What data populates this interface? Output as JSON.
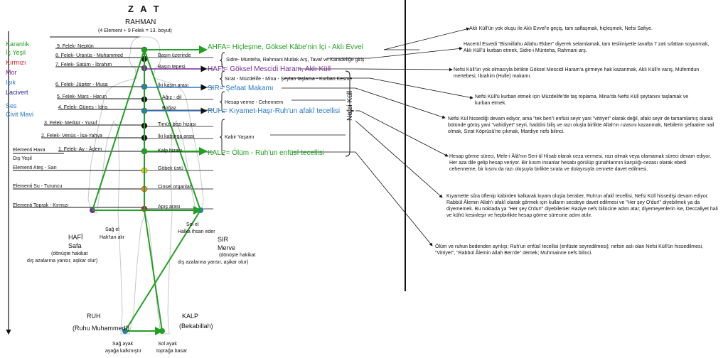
{
  "title": "Z A T",
  "subtitle": "RAHMAN",
  "subtitle2": "(4 Element + 9 Felek = 13. boyut)",
  "colors": {
    "green": "#22a022",
    "purple": "#7a2a9a",
    "blue": "#2a79c6",
    "red": "#d0202a",
    "yellow": "#f2d41d",
    "orange": "#f0891d",
    "black": "#111111"
  },
  "color_labels": [
    {
      "text": "Karanlık",
      "color": "#22a022"
    },
    {
      "text": "İç Yeşil",
      "color": "#22a022"
    },
    {
      "text": "Kırmızı",
      "color": "#d0202a"
    },
    {
      "text": "Mor",
      "color": "#7a2a9a"
    },
    {
      "text": "Işık",
      "color": "#2a79c6"
    },
    {
      "text": "Lacivert",
      "color": "#2a2a9a"
    },
    {
      "text": "Ses",
      "color": "#2a79c6"
    },
    {
      "text": "Çivit Mavi",
      "color": "#2a79c6"
    }
  ],
  "felekler": [
    "9. Felek- Neptün",
    "8. Felek- Uranüs - Muhammed",
    "7. Felek- Satürn - İbrahim",
    "6. Felek- Jüpiter - Musa",
    "5. Felek- Mars - Harun",
    "4. Felek- Güneş - İdris",
    "3. Felek- Merkür - Yusuf",
    "2. Felek- Venüs - İsa-Yahya",
    "1. Felek- Ay - Âdem"
  ],
  "elementler": [
    "Elementi Hava",
    "Dış Yeşil",
    "Elementi Ateş - Sarı",
    "Elementi Su - Turuncu",
    "Elementi Toprak - Kırmızı"
  ],
  "body_points": [
    "Başın üzerinde",
    "Başın tepesi",
    "İki kaşın arası",
    "Ağız - dil",
    "Boğaz",
    "Timüs bezi hizası",
    "İki kaburga arası",
    "Kalp hizası",
    "Göbek üstü",
    "Cinsel organlar",
    "Apış arası"
  ],
  "mid_labels": [
    "Sidre- Münteha, Rahmani Mutlak Arş, Tavaf ve Karadeliğe giriş",
    "Sırat - Müzdelife - Mina - Şeytan taşlama - Kurban Kesme",
    "Hesap verme - Cehennem",
    "Kabir Yaşamı"
  ],
  "stations": [
    {
      "key": "AHFA",
      "text": "Hiçleşme, Göksel Kâbe'nin İçi - Aklı Evvel",
      "color": "#22a022"
    },
    {
      "key": "HAFİ",
      "text": "Göksel Mescidi Haram, Aklı Küll",
      "color": "#7a2a9a"
    },
    {
      "key": "SIR",
      "text": "Şefaat Makamı",
      "color": "#2a79c6"
    },
    {
      "key": "RUH",
      "text": "Kıyamet-Haşr-Ruh'un afakî tecellisi",
      "color": "#2a79c6"
    },
    {
      "key": "KALP",
      "text": "Ölüm - Ruh'un enfüsî tecellisi",
      "color": "#22a022"
    }
  ],
  "eq": "=",
  "nefsi_kull": "Nefsi Küll",
  "figure_labels": {
    "hafi_title": "HAFÎ",
    "hafi_sub": "Safa",
    "hafi_desc1": "(dönüşte hakikat",
    "hafi_desc2": "dış azalarına yansır, aşikar olur)",
    "sag_el1": "Sağ el",
    "sag_el2": "Hak'tan alır",
    "sol_el1": "Sol el",
    "sol_el2": "Halka ihsan eder",
    "sir_title": "SIR",
    "sir_sub": "Merve",
    "sir_desc1": "(dönüşte hakikat",
    "sir_desc2": "dış azalarına yansır, aşikar olur)",
    "ruh_title": "RUH",
    "ruh_sub": "(Ruhu Muhammedî)",
    "kalp_title": "KALP",
    "kalp_sub": "(Bekabillah)",
    "sag_ayak1": "Sağ ayak",
    "sag_ayak2": "ayağa kalkmıştır",
    "sol_ayak1": "Sol ayak",
    "sol_ayak2": "toprağa basar"
  },
  "notes": [
    "Aklı Küll'ün yok oluşu ile Aklı Evvel'e geçiş, tam saflaşmak, hiçleşmek, Nefsi Safiye.",
    "Hacerül Esvedi \"Bismillahu Allahu Ekber\" diyerek selamlamak,  tam teslimiyetle tavafta 7 zati sıfattan soyunmak, Aklı Küll'ü kurban etmek, Sidre-i Münteha, Rahmani arş.",
    "Nefsi Küll'ün yok olmasıyla birlikte Göksel Mescidi Haram'a girmeye hak kazanmak, Aklı Küll'e varış, Müferridun mertebesi, İbrahim (Hulle) makamı.",
    "Nefsi Küll'ü kurban etmek için Müzdelife'de taş toplama, Mina'da Nefsi Küll şeytanını taşlamak ve kurban etmek.",
    "Nefsi Kül hissediği devam ediyor, ama \"tek ben\"i enfüsi seyir yani \"vitriyet\" olarak değil, afaki seyir de tamamlamış olarak bütünde görüş yani \"vahidiyet\" seyri, haddini biliş ve razı oluşla birlikte Allah'ın rızasını kazanmak, Nebilerin şefaatine nail olmak, Sırat Köprüsü'ne çıkmak, Mardiye nefs bilinci.",
    "Hesap görme süreci, Mele-i Âlâ'nın Seri-ül Hisab olarak ceza vermesi, razı olmak veya olamamak süreci devam ediyor. Her aza dile gelip hesap veriyor. Bir kısım insanlar hesabı görülüp günahlarının karşılığı-cezası olarak ebedi cehenneme, bir kısmı da razı oluşuyla birlikte sırata ve dolayısıyla cennete davet edilmesi.",
    "Kıyamette sûra üflenip kabirden kalkarak kıyam oluşla beraber, Ruh'un afakî tecellisi, Nefsi Küll hissedişi devam ediyor. Rabbül Âlemin Allah'ı afakî olarak görmek için kulların secdeye davet edilmesi ve \"Her şey O'dur!\" diyebilmek ya da diyememek. Bu noktada ya  \"Her şey O'dur!\" diyebilenler Raziye nefs bilincine adım atar; diyemeyenlerin ise, Deccaliyet hali ve küfrü kesinleşir ve hepbirlikte hesap görme sürecine adım atılır.",
    "Ölüm ve ruhun bedenden ayrılışı; Ruh'un enfüsî tecellisi (enfüste seyredilmesi); nefsin aslı olan Nefsi Küll'ün hissedilmesi, \"Vitriyet\", \"Rabbül Âlemin Allah Ben'de\" demek; Muhmainne nefs bilinci."
  ]
}
